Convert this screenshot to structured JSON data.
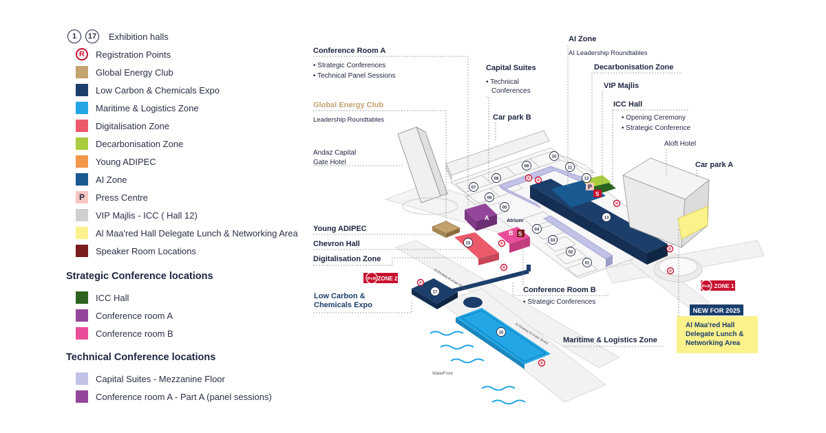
{
  "legend": {
    "halls": {
      "first": "1",
      "last": "17",
      "label": "Exhibition halls"
    },
    "items": [
      {
        "kind": "reg",
        "symbol": "R",
        "label": "Registration Points"
      },
      {
        "kind": "swatch",
        "color": "#c4a26f",
        "label": "Global Energy Club"
      },
      {
        "kind": "swatch",
        "color": "#1b3e6b",
        "label": "Low Carbon & Chemicals Expo"
      },
      {
        "kind": "swatch",
        "color": "#22a6e5",
        "label": "Maritime & Logistics  Zone"
      },
      {
        "kind": "swatch",
        "color": "#ec5a6a",
        "label": "Digitalisation Zone"
      },
      {
        "kind": "swatch",
        "color": "#a8cc3e",
        "label": "Decarbonisation Zone"
      },
      {
        "kind": "swatch",
        "color": "#f3974a",
        "label": "Young ADIPEC"
      },
      {
        "kind": "swatch",
        "color": "#185a91",
        "label": "AI Zone"
      },
      {
        "kind": "press",
        "symbol": "P",
        "label": "Press Centre"
      },
      {
        "kind": "swatch",
        "color": "#cfcfcf",
        "label": "VIP Majlis - ICC ( Hall 12)"
      },
      {
        "kind": "swatch",
        "color": "#fbf28c",
        "label": "Al Maa'red Hall Delegate Lunch & Networking Area"
      },
      {
        "kind": "swatch",
        "color": "#7a1d1f",
        "label": "Speaker Room Locations"
      }
    ],
    "strategic": {
      "title": "Strategic Conference locations",
      "items": [
        {
          "color": "#2b6320",
          "label": "ICC Hall"
        },
        {
          "color": "#94479a",
          "label": "Conference room A"
        },
        {
          "color": "#ea4e9a",
          "label": "Conference room B"
        }
      ]
    },
    "technical": {
      "title": "Technical Conference locations",
      "items": [
        {
          "color": "#c2c1e6",
          "label": "Capital Suites - Mezzanine Floor"
        },
        {
          "color": "#94479a",
          "label": "Conference room A - Part A (panel sessions)"
        }
      ]
    }
  },
  "map": {
    "labels": {
      "conf_a": "Conference Room A",
      "conf_a_b1": "• Strategic Conferences",
      "conf_a_b2": "• Technical Panel Sessions",
      "capital": "Capital Suites",
      "capital_b1": "• Technical",
      "capital_b2": "Conferences",
      "ai_zone": "AI Zone",
      "ai_sub": "AI Leadership Roundtables",
      "decarb": "Decarbonisation Zone",
      "vip": "VIP Majlis",
      "icc": "ICC Hall",
      "icc_b1": "• Opening Ceremony",
      "icc_b2": "• Strategic Conference",
      "gec": "Global Energy Club",
      "gec_sub": "Leadership  Roundtables",
      "carpark_b": "Car park B",
      "andaz1": "Andaz Capital",
      "andaz2": "Gate Hotel",
      "aloft": "Aloft Hotel",
      "carpark_a": "Car park A",
      "young": "Young ADIPEC",
      "chevron": "Chevron Hall",
      "digital": "Digitalisation Zone",
      "atrium": "Atrium",
      "conf_b": "Conference Room B",
      "conf_b_b1": "• Strategic Conferences",
      "lowcarbon1": "Low Carbon &",
      "lowcarbon2": "Chemicals Expo",
      "maritime": "Maritime & Logistics Zone",
      "new_badge": "NEW FOR 2025",
      "maared1": "Al Maa'red Hall",
      "maared2": "Delegate Lunch &",
      "maared3": "Networking Area",
      "pr_zone1": "ZONE 1",
      "pr_zone2": "ZONE 2",
      "pr": "P+R",
      "waterfront": "WaterFront",
      "street1": "Al Khaleej Al Arabi Street",
      "street2": "Al Khaleej Al Arabi Street",
      "reg": "R",
      "press": "P",
      "speaker": "S",
      "room_a": "A",
      "room_b": "B"
    },
    "halls": [
      "01",
      "02",
      "03",
      "04",
      "05",
      "06",
      "07",
      "08",
      "09",
      "10",
      "11",
      "12",
      "13",
      "15",
      "16",
      "17"
    ]
  }
}
